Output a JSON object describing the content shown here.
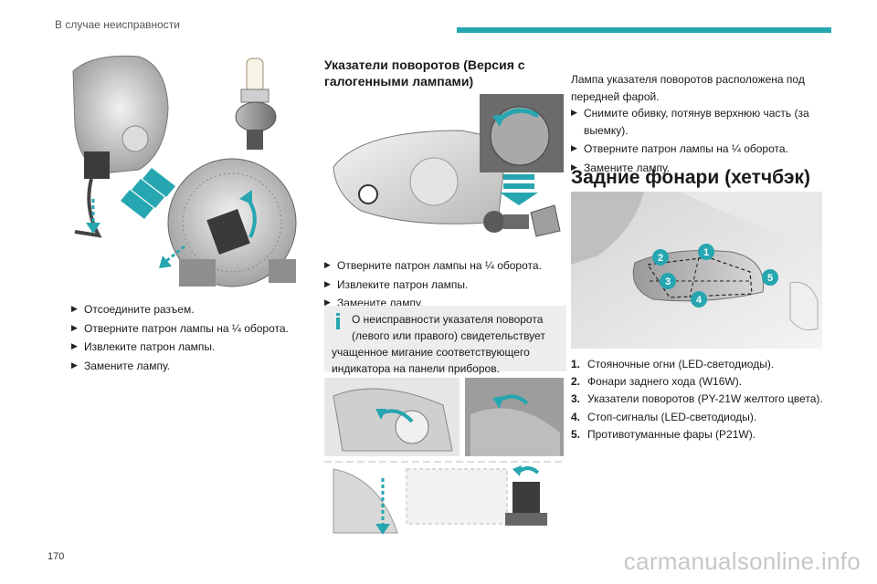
{
  "header": {
    "title": "В случае неисправности",
    "accent_color": "#26a6b0"
  },
  "page_number": "170",
  "watermark": "carmanualsonline.info",
  "left_column": {
    "image_label": "fog-lamp-bulb-illustration",
    "steps": [
      "Отсоедините разъем.",
      "Отверните патрон лампы на ¼ оборота.",
      "Извлеките патрон лампы.",
      "Замените лампу."
    ]
  },
  "middle_column": {
    "title": "Указатели поворотов (Версия с галогенными лампами)",
    "steps": [
      "Отверните патрон лампы на ¼ оборота.",
      "Извлеките патрон лампы.",
      "Замените лампу."
    ],
    "note": "О неисправности указателя поворота (левого или правого) свидетельствует учащенное мигание соответствующего индикатора на панели приборов."
  },
  "right_column": {
    "intro": "Лампа указателя поворотов расположена под передней фарой.",
    "steps": [
      "Снимите обивку, потянув верхнюю часть (за выемку).",
      "Отверните патрон лампы на ¼ оборота.",
      "Замените лампу."
    ],
    "section_title": "Задние фонари (хетчбэк)",
    "callout_numbers": [
      "1",
      "2",
      "3",
      "4",
      "5"
    ],
    "legend": [
      {
        "num": "1.",
        "text": "Стояночные огни (LED-светодиоды)."
      },
      {
        "num": "2.",
        "text": "Фонари заднего хода (W16W)."
      },
      {
        "num": "3.",
        "text": "Указатели поворотов (PY-21W желтого цвета)."
      },
      {
        "num": "4.",
        "text": "Стоп-сигналы (LED-светодиоды)."
      },
      {
        "num": "5.",
        "text": "Противотуманные фары (P21W)."
      }
    ]
  }
}
